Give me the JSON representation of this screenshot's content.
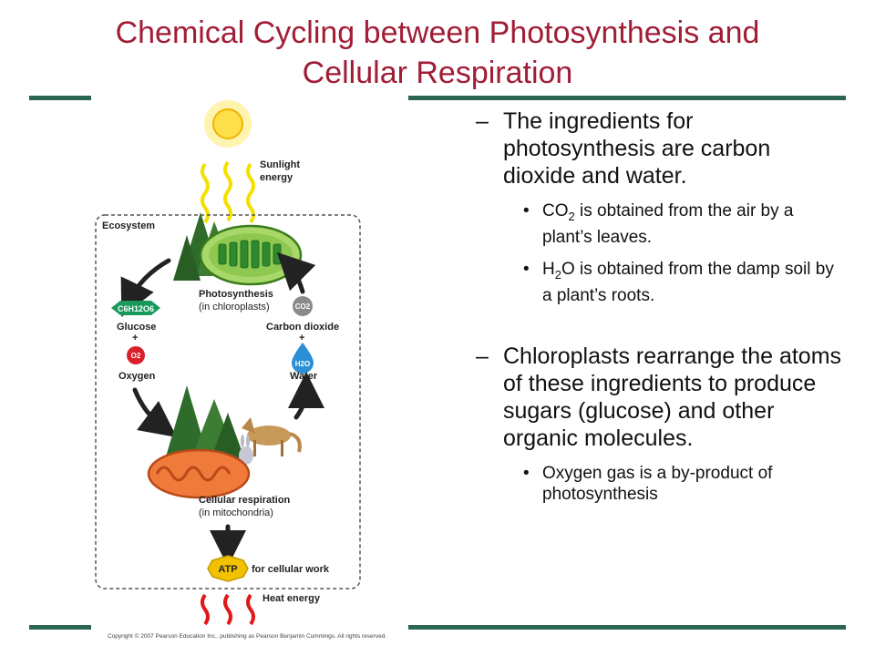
{
  "title": {
    "line1": "Chemical Cycling between Photosynthesis and",
    "line2": "Cellular Respiration"
  },
  "diagram": {
    "sunlight_line1": "Sunlight",
    "sunlight_line2": "energy",
    "ecosystem": "Ecosystem",
    "photosynthesis": "Photosynthesis",
    "photosynthesis_sub": "(in chloroplasts)",
    "glucose_formula": "C6H12O6",
    "glucose": "Glucose",
    "plus1": "+",
    "oxygen_formula": "O2",
    "oxygen": "Oxygen",
    "co2_formula": "CO2",
    "carbon_dioxide": "Carbon dioxide",
    "plus2": "+",
    "water_formula": "H2O",
    "water": "Water",
    "respiration": "Cellular respiration",
    "respiration_sub": "(in mitochondria)",
    "atp": "ATP",
    "cellular_work": "for cellular work",
    "heat": "Heat energy",
    "copyright": "Copyright © 2007 Pearson Education Inc., publishing as Pearson Benjamin Cummings. All rights reserved."
  },
  "text": {
    "dash": "–",
    "bullet": "•",
    "p1": "The ingredients for photosynthesis are carbon dioxide and water.",
    "b1_pre": "CO",
    "b1_sub": "2",
    "b1_post": " is obtained from the air by a plant’s leaves.",
    "b2_pre": "H",
    "b2_sub": "2",
    "b2_post": "O is obtained from the damp soil by a plant’s roots.",
    "p2": "Chloroplasts rearrange the atoms of these ingredients to produce sugars (glucose) and other organic molecules.",
    "b3": "Oxygen gas is a by-product of photosynthesis"
  },
  "colors": {
    "title": "#a11d36",
    "rule": "#2a6650",
    "glucose": "#1a9a5a",
    "oxygen": "#d8202a",
    "co2": "#8a8a8a",
    "water": "#2b8fd6",
    "atp": "#f2c200"
  }
}
